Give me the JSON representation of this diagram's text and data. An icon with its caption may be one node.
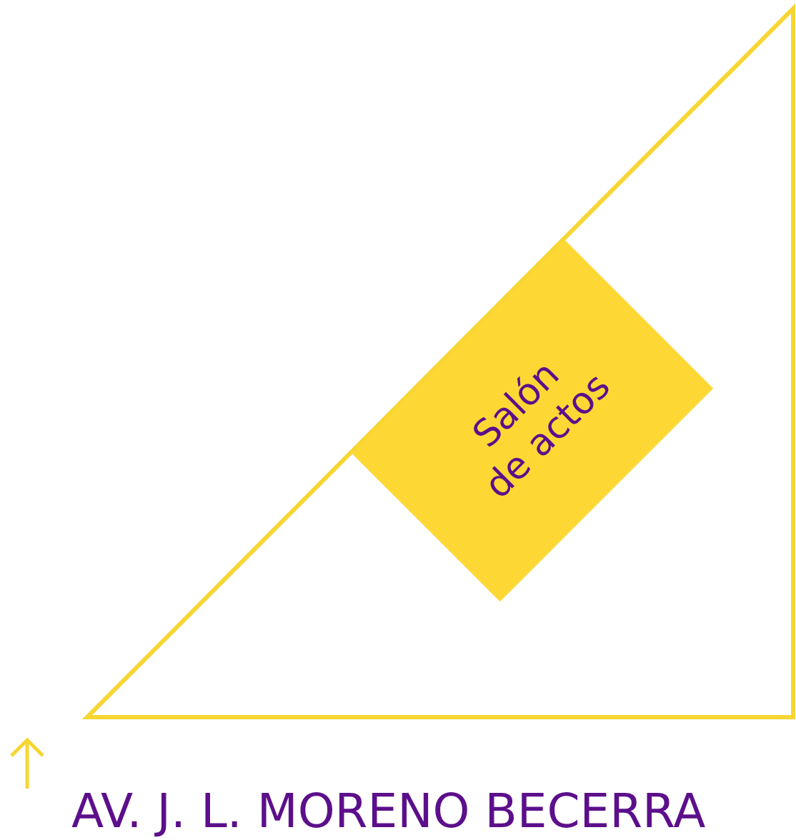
{
  "diagram": {
    "nodes": [
      {
        "text": [],
        "shape": "triangle"
      },
      {
        "text": [
          "Salón de actos"
        ],
        "in": 0
      }
    ],
    "edges": [],
    "labels": [
      "AV. J. L. MORENO BECERRA"
    ]
  }
}
